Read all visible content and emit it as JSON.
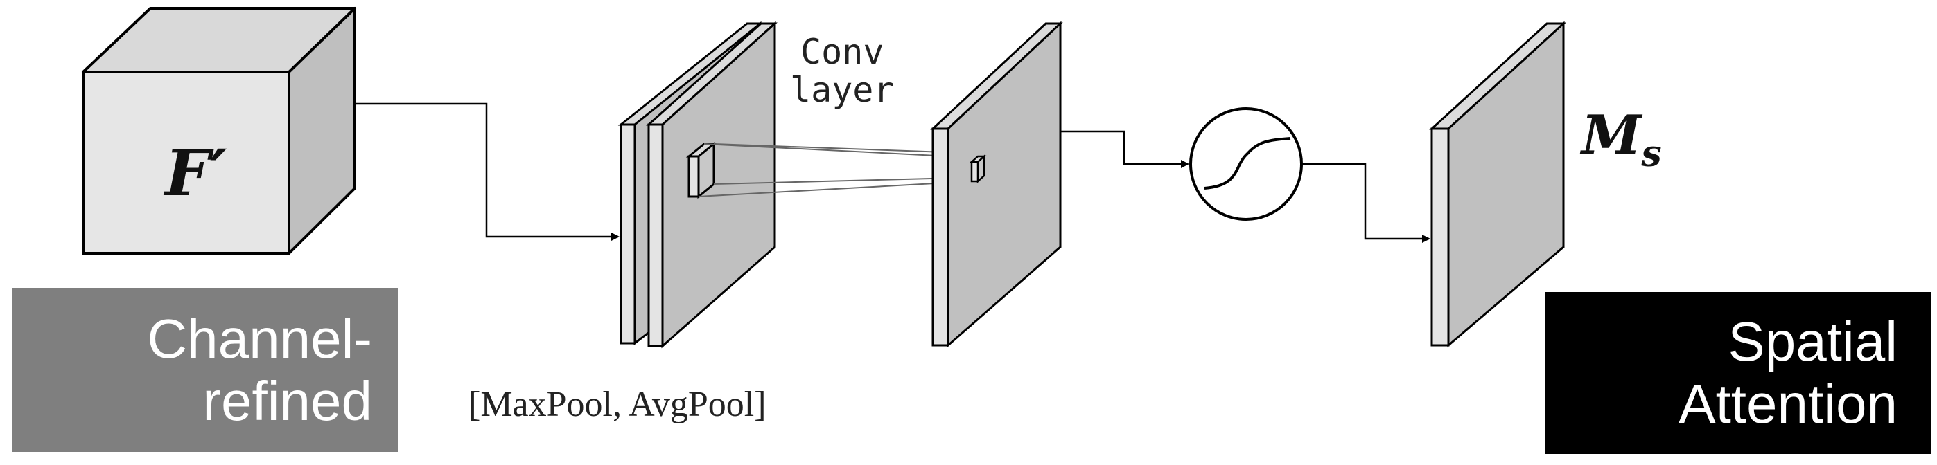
{
  "diagram": {
    "input_label": "F′",
    "input_caption_lines": [
      "Channel-",
      "refined"
    ],
    "conv_label_lines": [
      "Conv",
      "layer"
    ],
    "pool_label": "[MaxPool, AvgPool]",
    "output_label_main": "M",
    "output_label_sub": "s",
    "output_caption_lines": [
      "Spatial",
      "Attention"
    ],
    "sigmoid_icon": "sigmoid-curve-icon"
  },
  "colors": {
    "cube_front": "#e6e6e6",
    "cube_side": "#bfbfbf",
    "cube_top": "#d9d9d9",
    "map_face": "#c0c0c0",
    "map_edge": "#dcdcdc",
    "channel_box": "#7f7f7f",
    "spatial_box": "#000000",
    "stroke": "#000000"
  }
}
